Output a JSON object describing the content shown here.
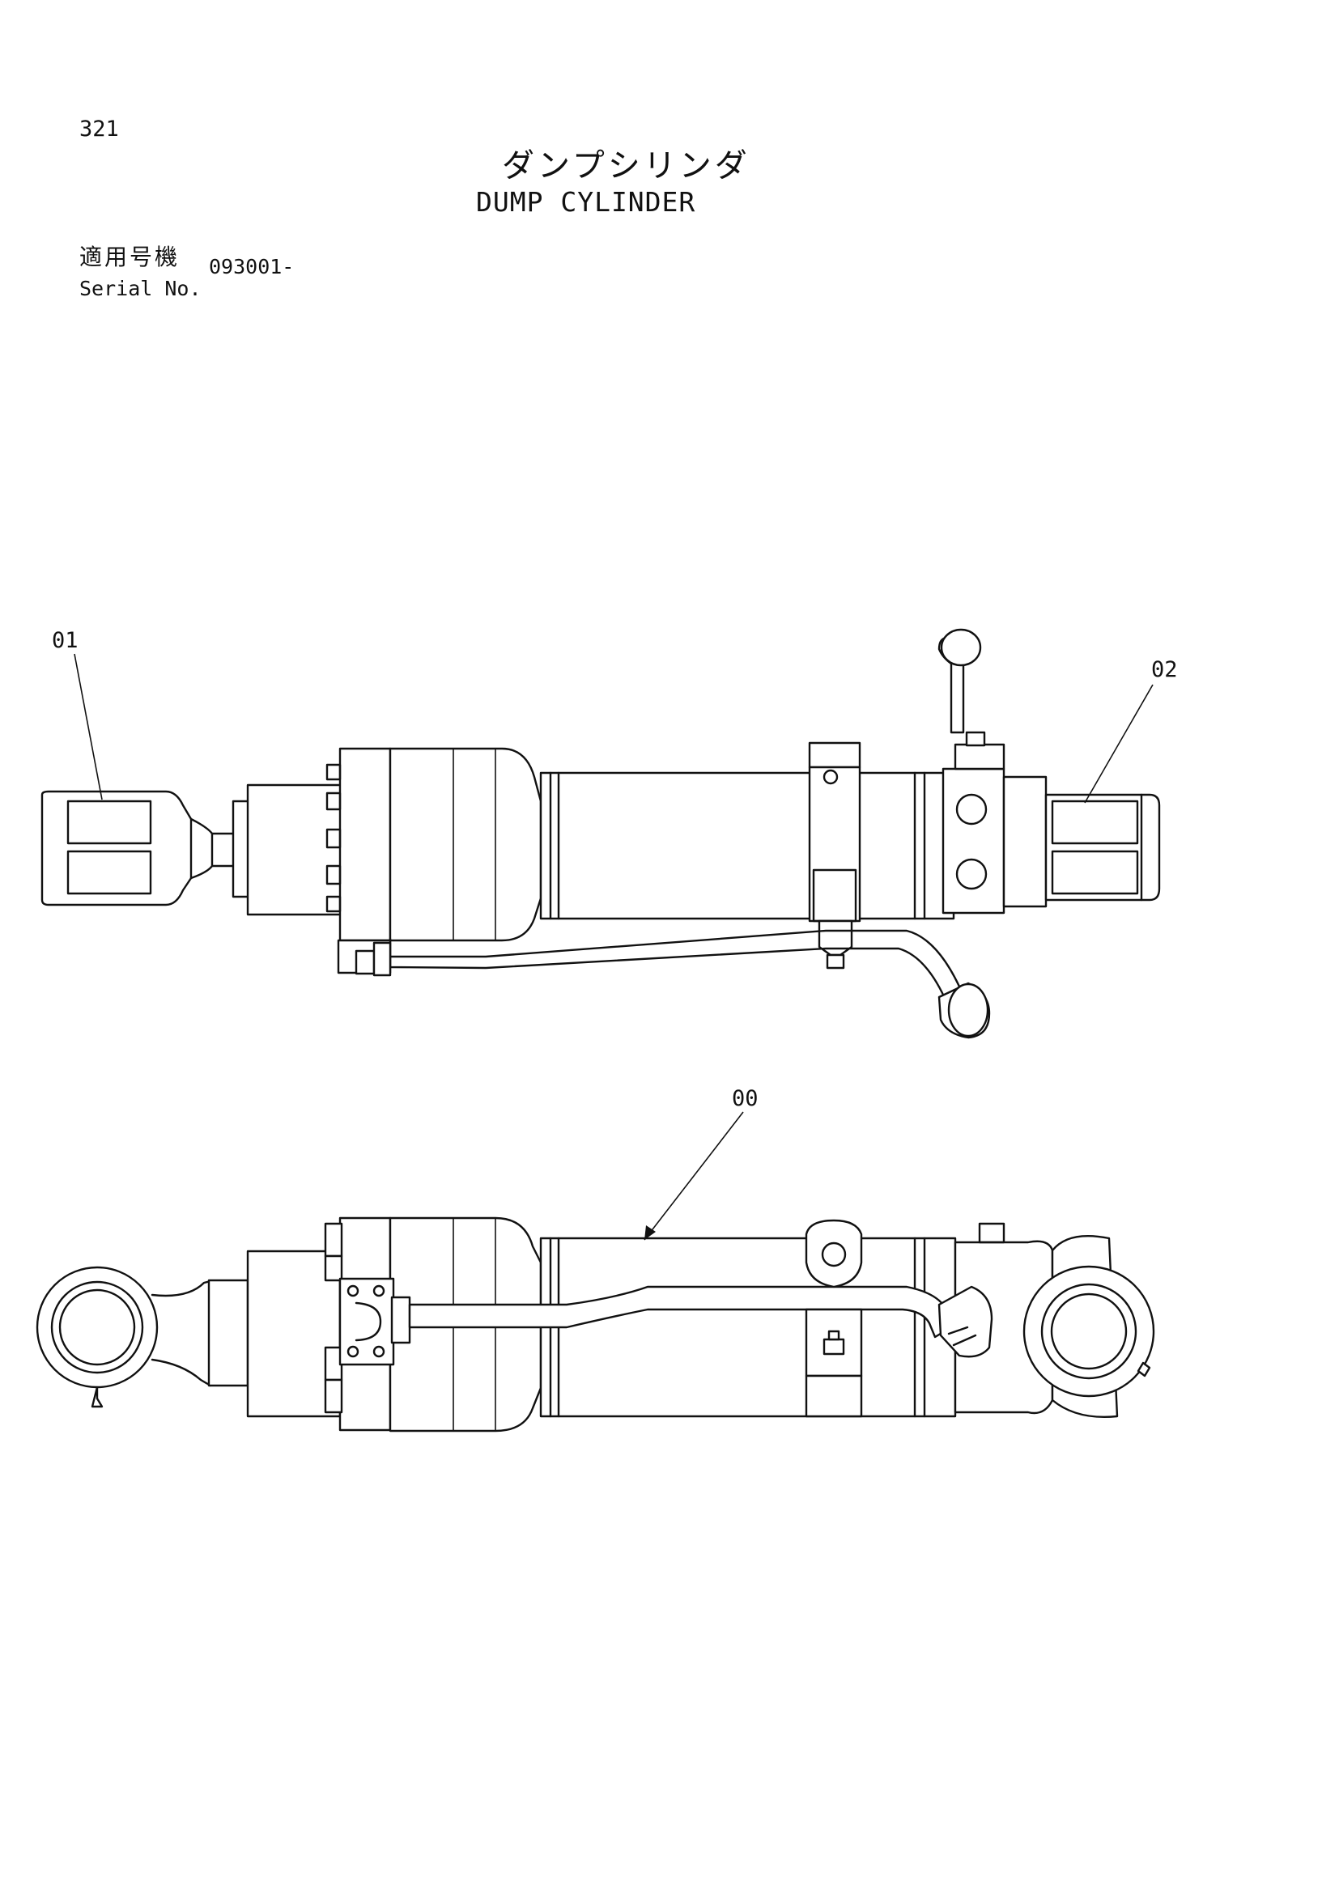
{
  "header": {
    "page_number": "321",
    "title_jp": "ダンプシリンダ",
    "title_en": "DUMP CYLINDER",
    "serial_label_jp": "適用号機",
    "serial_label_en": "Serial No.",
    "serial_value": "093001-"
  },
  "callouts": [
    {
      "id": "01",
      "label": "01"
    },
    {
      "id": "02",
      "label": "02"
    },
    {
      "id": "00",
      "label": "00"
    }
  ]
}
